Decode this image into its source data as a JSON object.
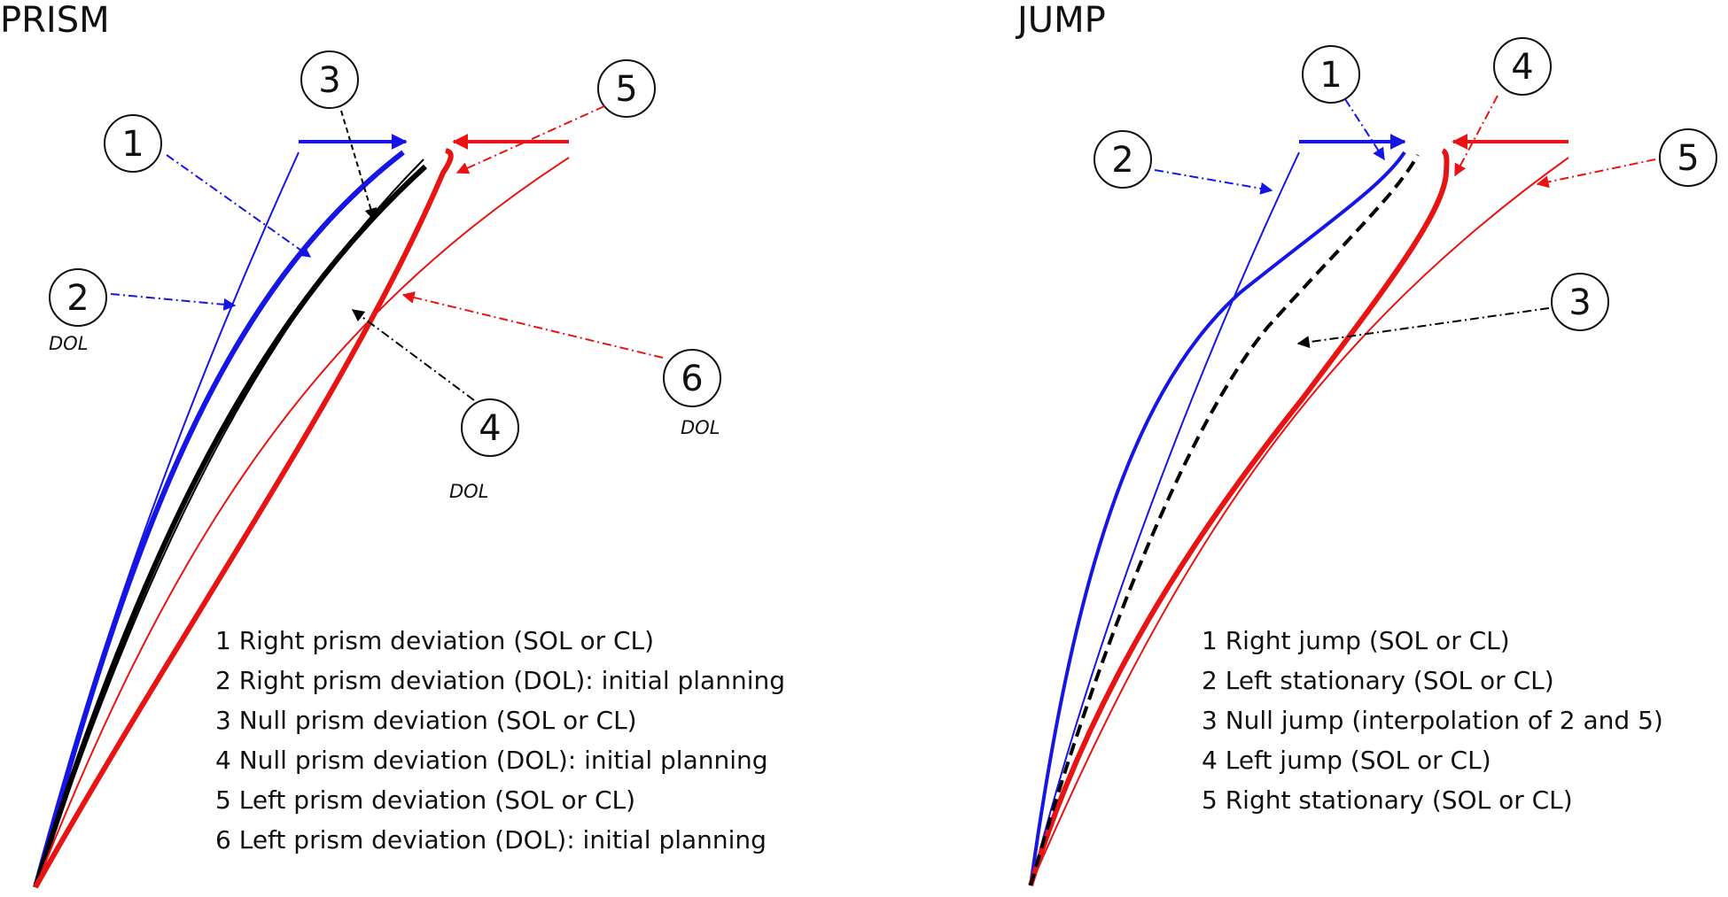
{
  "colors": {
    "blue": "#1515e6",
    "red": "#e81313",
    "black": "#000000"
  },
  "prism": {
    "title": "PRISM",
    "callouts": [
      {
        "num": "1"
      },
      {
        "num": "2",
        "tag": "DOL"
      },
      {
        "num": "3"
      },
      {
        "num": "4",
        "tag": "DOL"
      },
      {
        "num": "5"
      },
      {
        "num": "6",
        "tag": "DOL"
      }
    ],
    "legend": [
      "1  Right prism deviation (SOL or CL)",
      "2  Right prism deviation (DOL): initial planning",
      "3  Null prism deviation (SOL or CL)",
      "4  Null prism deviation (DOL): initial planning",
      "5  Left prism deviation (SOL or CL)",
      "6  Left prism deviation (DOL): initial planning"
    ]
  },
  "jump": {
    "title": "JUMP",
    "callouts": [
      {
        "num": "1"
      },
      {
        "num": "2"
      },
      {
        "num": "3"
      },
      {
        "num": "4"
      },
      {
        "num": "5"
      }
    ],
    "legend": [
      "1  Right jump (SOL or CL)",
      "2  Left stationary (SOL or CL)",
      "3  Null jump (interpolation of  2 and 5)",
      "4  Left jump (SOL or CL)",
      "5  Right stationary (SOL or CL)"
    ]
  }
}
